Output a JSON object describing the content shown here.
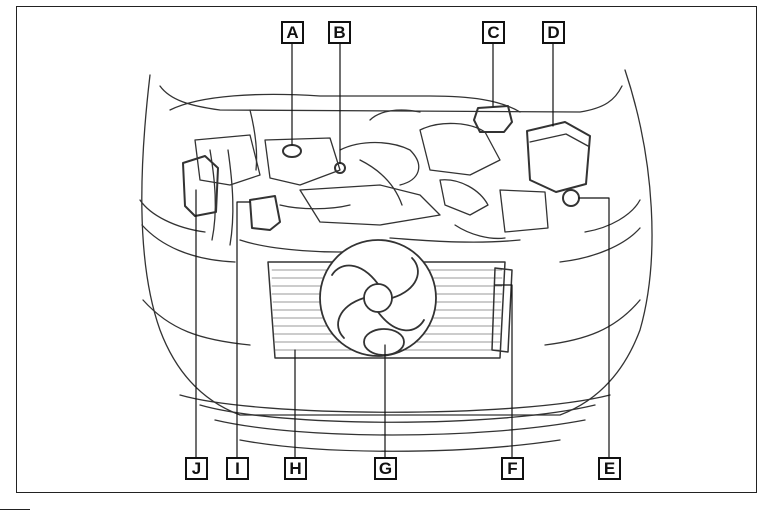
{
  "diagram": {
    "callouts": {
      "top": [
        "A",
        "B",
        "C",
        "D"
      ],
      "bottom": [
        "J",
        "I",
        "H",
        "G",
        "F",
        "E"
      ]
    }
  }
}
